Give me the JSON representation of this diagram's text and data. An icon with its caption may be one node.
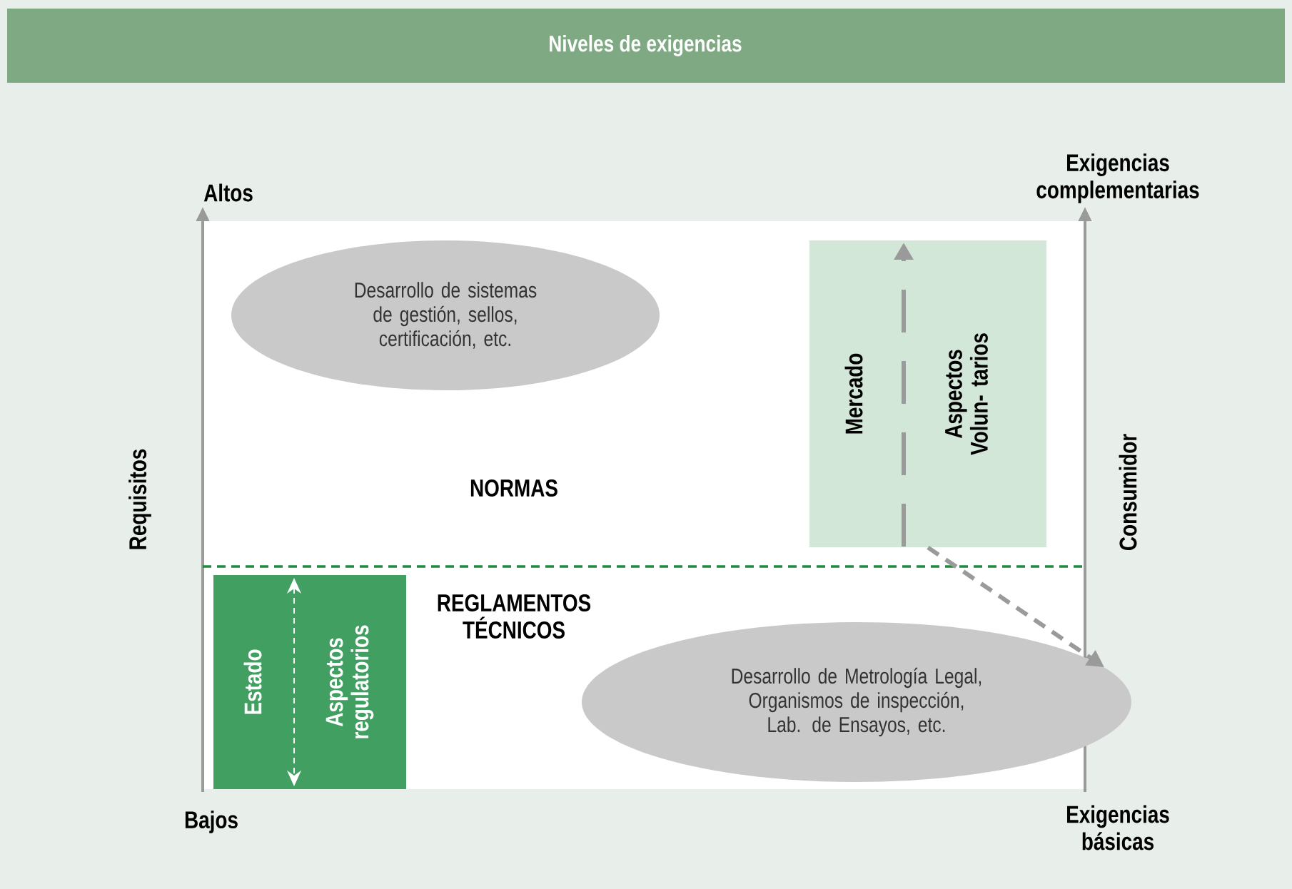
{
  "diagram": {
    "title": "Niveles de exigencias",
    "nodes": [
      {
        "text": [
          "Desarrollo de sistemas de gestión, sellos, certificación, etc."
        ]
      },
      {
        "text": [
          "Mercado",
          "Aspectos Volun- tarios"
        ]
      },
      {
        "text": [
          "Estado",
          "Aspectos regulatorios"
        ]
      },
      {
        "text": [
          "Desarrollo de Metrología Legal, Organismos de inspección, Lab. de Ensayos, etc."
        ]
      }
    ],
    "edges": [
      {
        "from": 1,
        "to": 3,
        "arrow": "to",
        "style": "dashed"
      }
    ],
    "labels": [
      "Altos",
      "Exigencias complementarias",
      "Requisitos",
      "NORMAS",
      "Consumidor",
      "REGLAMENTOS TÉCNICOS",
      "Bajos",
      "Exigencias básicas"
    ]
  }
}
